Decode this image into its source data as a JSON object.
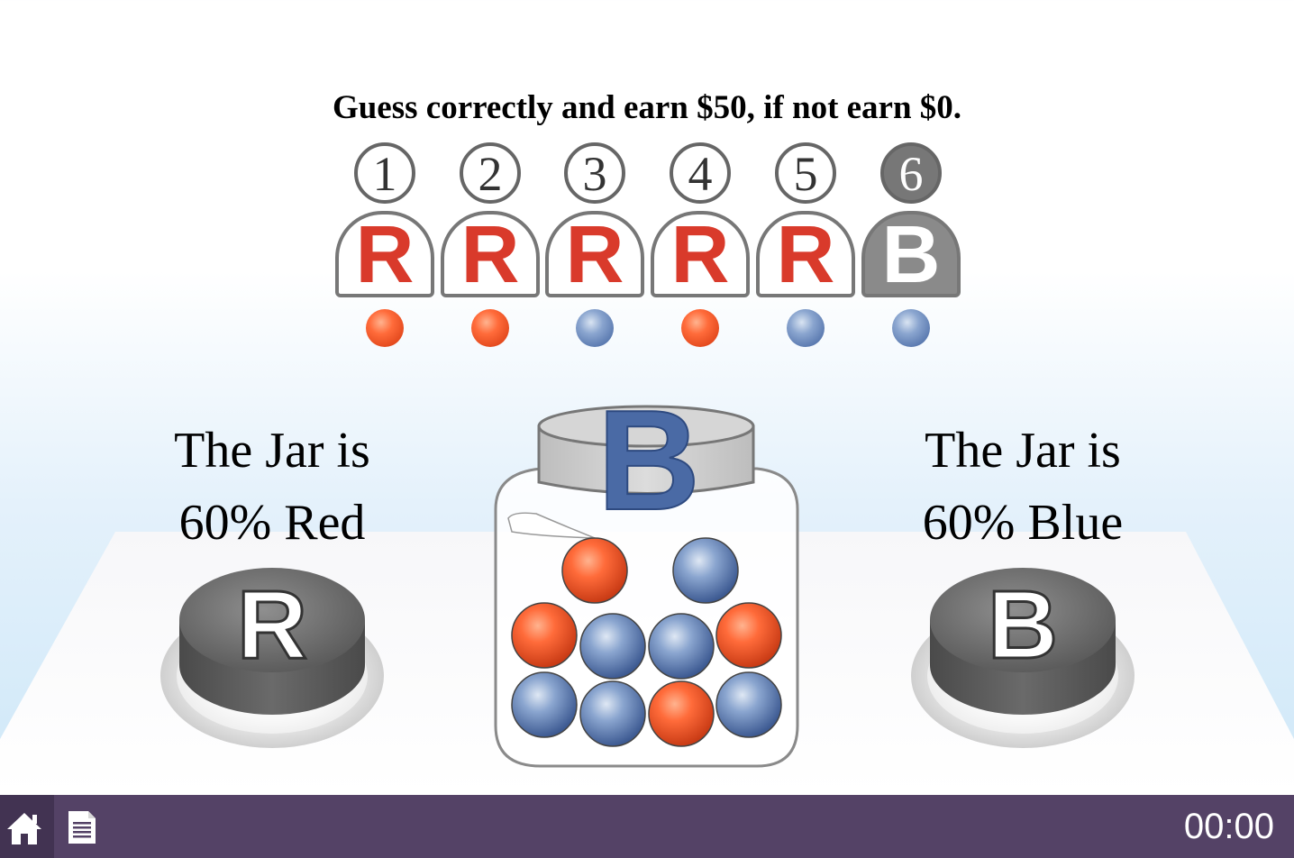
{
  "instruction": "Guess correctly and earn $50, if not earn $0.",
  "players": [
    {
      "number": "1",
      "guess": "R",
      "draw": "red",
      "current": false
    },
    {
      "number": "2",
      "guess": "R",
      "draw": "red",
      "current": false
    },
    {
      "number": "3",
      "guess": "R",
      "draw": "blue",
      "current": false
    },
    {
      "number": "4",
      "guess": "R",
      "draw": "red",
      "current": false
    },
    {
      "number": "5",
      "guess": "R",
      "draw": "blue",
      "current": false
    },
    {
      "number": "6",
      "guess": "B",
      "draw": "blue",
      "current": true
    }
  ],
  "left_option": {
    "line1": "The Jar is",
    "line2": "60% Red",
    "button_letter": "R"
  },
  "right_option": {
    "line1": "The Jar is",
    "line2": "60% Blue",
    "button_letter": "B"
  },
  "jar": {
    "lid_letter": "B",
    "balls": [
      "red",
      "blue",
      "red",
      "blue",
      "blue",
      "red",
      "blue",
      "blue",
      "red",
      "blue"
    ]
  },
  "bottom_bar": {
    "timer": "00:00",
    "home_icon": "home-icon",
    "notes_icon": "notes-icon"
  },
  "colors": {
    "red_letter": "#d93a2b",
    "red_ball": "#ff6b3a",
    "blue_ball": "#4f6fa8",
    "jar_letter": "#4a6aa5",
    "bar": "#544266"
  }
}
